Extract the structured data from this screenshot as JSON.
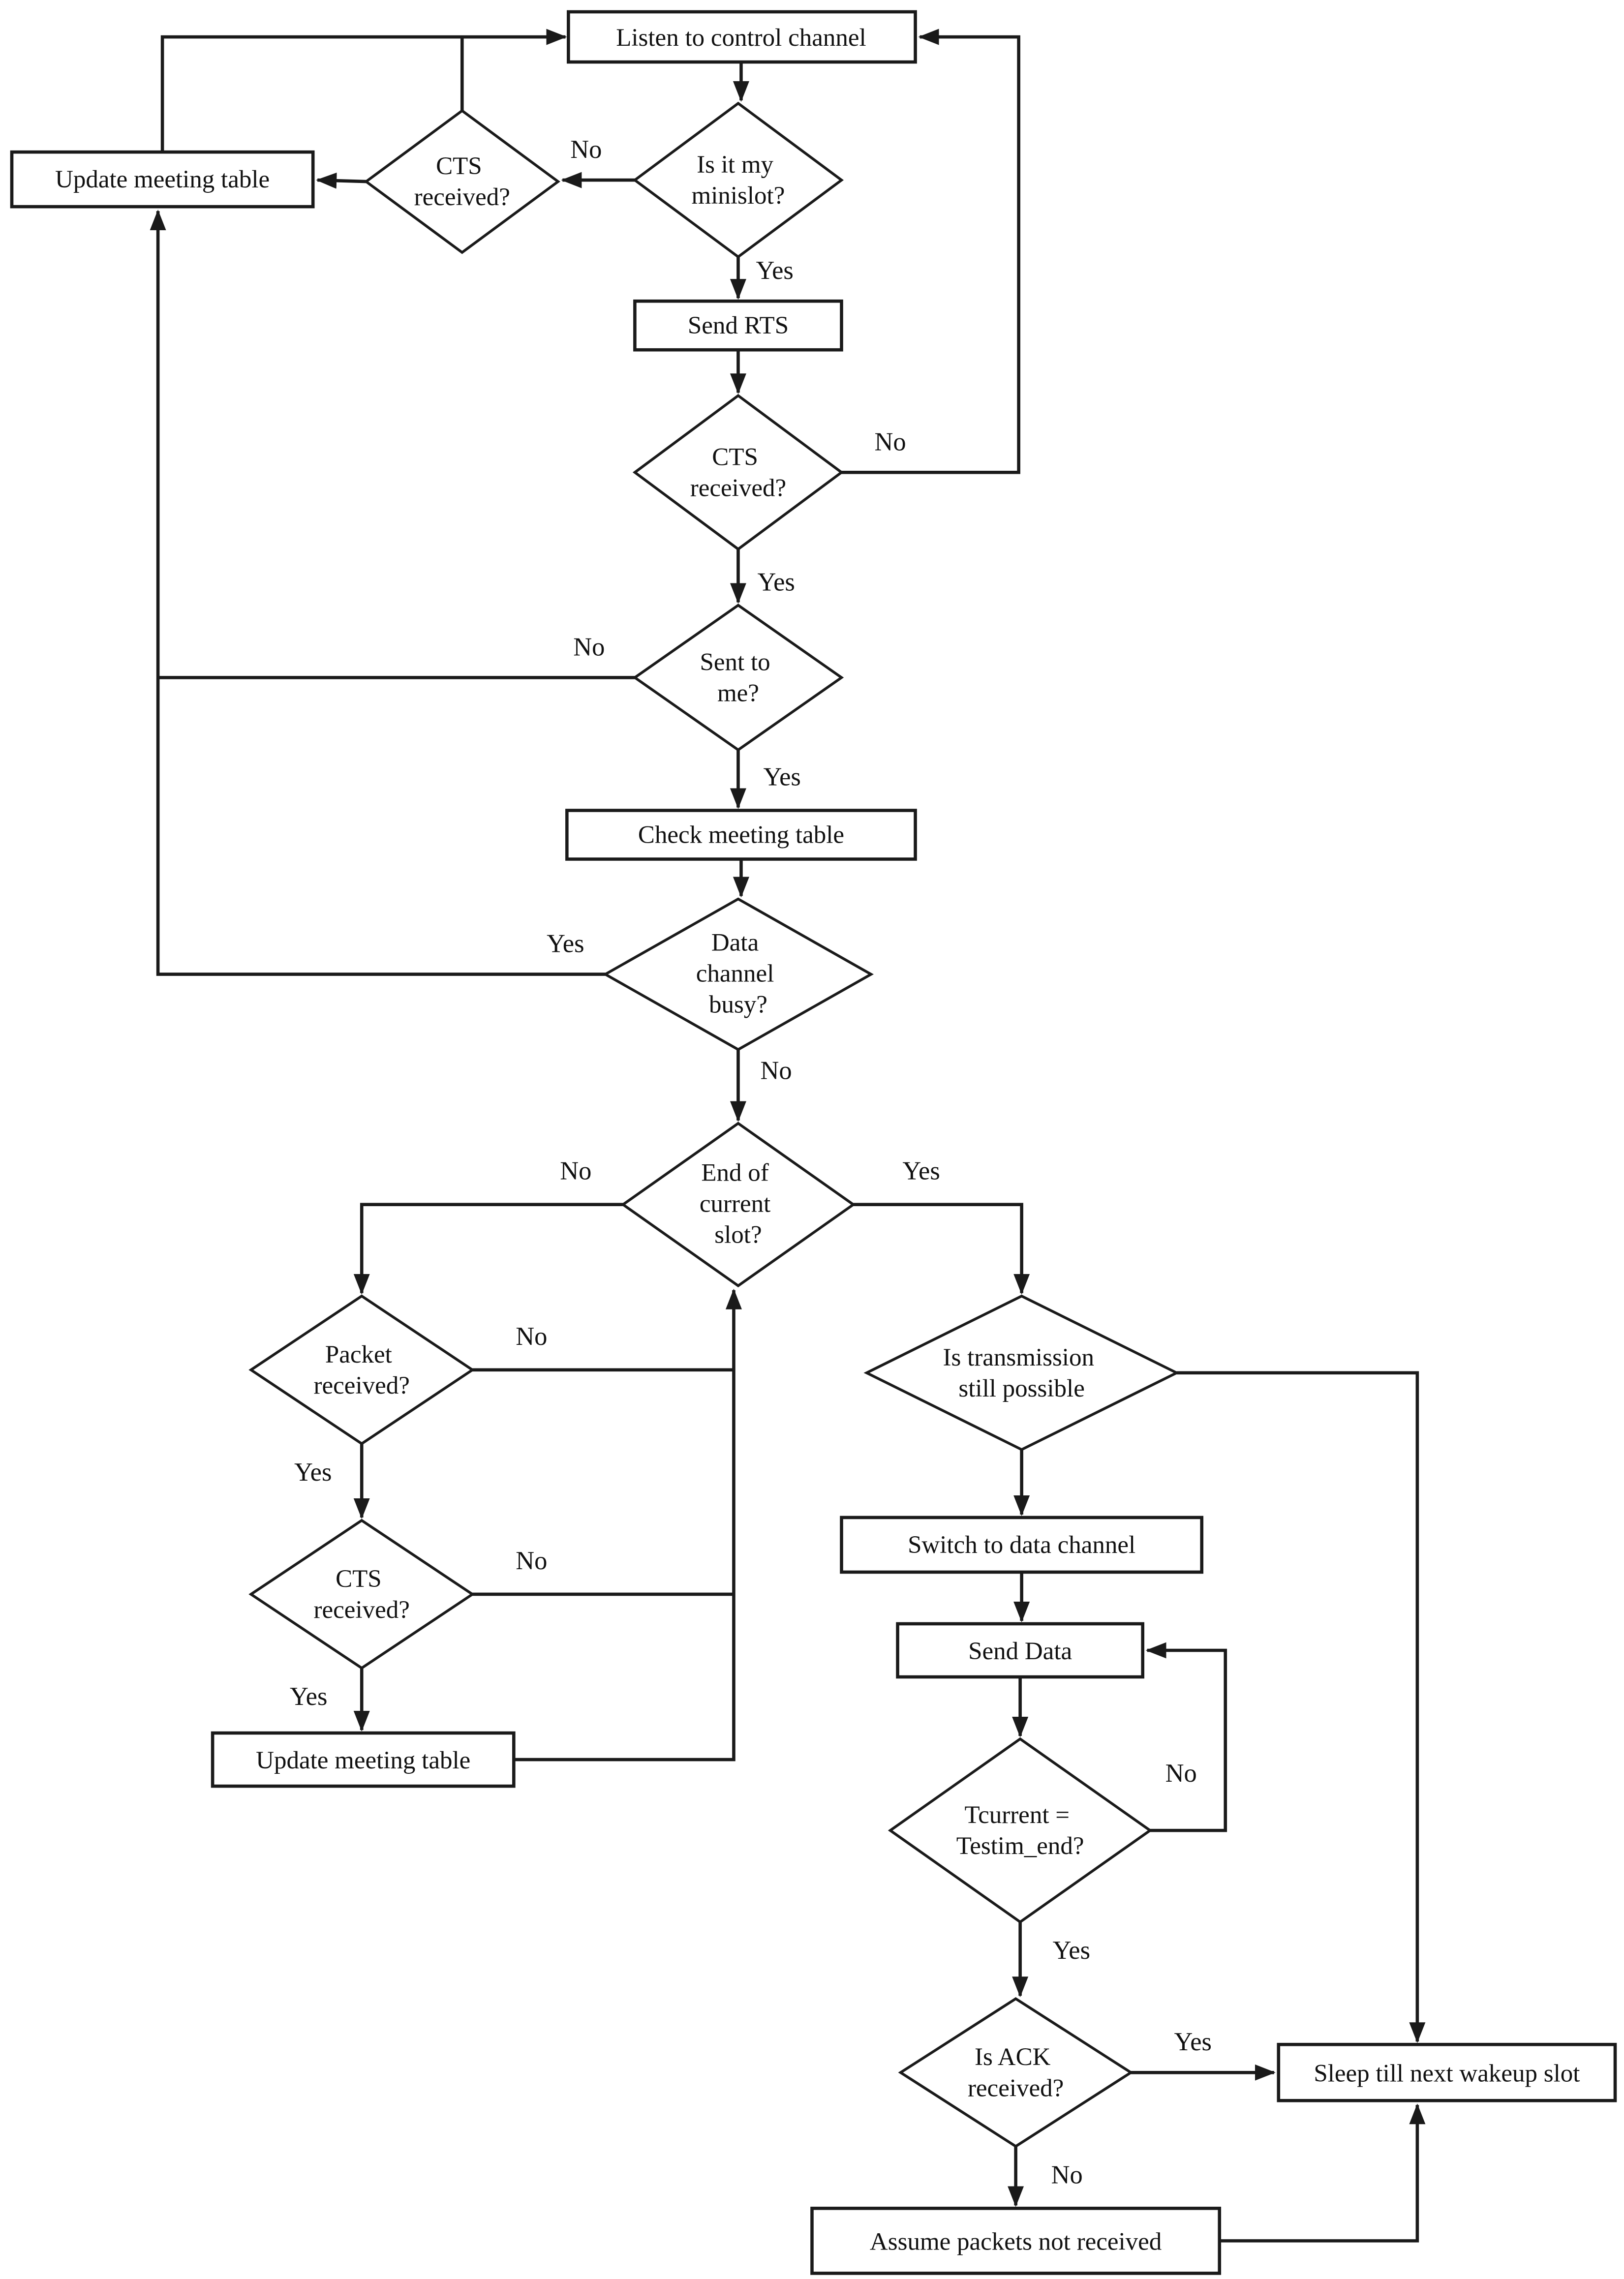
{
  "colors": {
    "line": "#1a1a1a",
    "background": "#ffffff",
    "text": "#111111",
    "shape_fill": "#ffffff"
  },
  "nodes": {
    "listen": {
      "label": "Listen to control channel"
    },
    "minislot": {
      "lines": [
        "Is it my",
        "minislot?"
      ]
    },
    "cts1": {
      "lines": [
        "CTS",
        "received?"
      ]
    },
    "update1": {
      "label": "Update meeting table"
    },
    "send_rts": {
      "label": "Send RTS"
    },
    "cts2": {
      "lines": [
        "CTS",
        "received?"
      ]
    },
    "sent_to_me": {
      "lines": [
        "Sent to",
        "me?"
      ]
    },
    "check_table": {
      "label": "Check meeting table"
    },
    "busy": {
      "lines": [
        "Data",
        "channel",
        "busy?"
      ]
    },
    "end_slot": {
      "lines": [
        "End of",
        "current",
        "slot?"
      ]
    },
    "packet": {
      "lines": [
        "Packet",
        "received?"
      ]
    },
    "cts3": {
      "lines": [
        "CTS",
        "received?"
      ]
    },
    "update2": {
      "label": "Update meeting table"
    },
    "transmission": {
      "lines": [
        "Is transmission",
        "still possible"
      ]
    },
    "switch_channel": {
      "label": "Switch to data channel"
    },
    "send_data": {
      "label": "Send Data"
    },
    "tcurrent": {
      "lines": [
        "Tcurrent =",
        "Testim_end?"
      ]
    },
    "ack": {
      "lines": [
        "Is ACK",
        "received?"
      ]
    },
    "sleep": {
      "label": "Sleep till next wakeup slot"
    },
    "assume": {
      "label": "Assume packets not received"
    }
  },
  "edges": {
    "minislot_no": "No",
    "minislot_yes": "Yes",
    "cts2_no": "No",
    "cts2_yes": "Yes",
    "sent_to_me_no": "No",
    "sent_to_me_yes": "Yes",
    "busy_yes": "Yes",
    "busy_no": "No",
    "end_slot_no": "No",
    "end_slot_yes": "Yes",
    "packet_no": "No",
    "packet_yes": "Yes",
    "cts3_no": "No",
    "cts3_yes": "Yes",
    "tcurrent_no": "No",
    "tcurrent_yes": "Yes",
    "ack_yes": "Yes",
    "ack_no": "No"
  }
}
